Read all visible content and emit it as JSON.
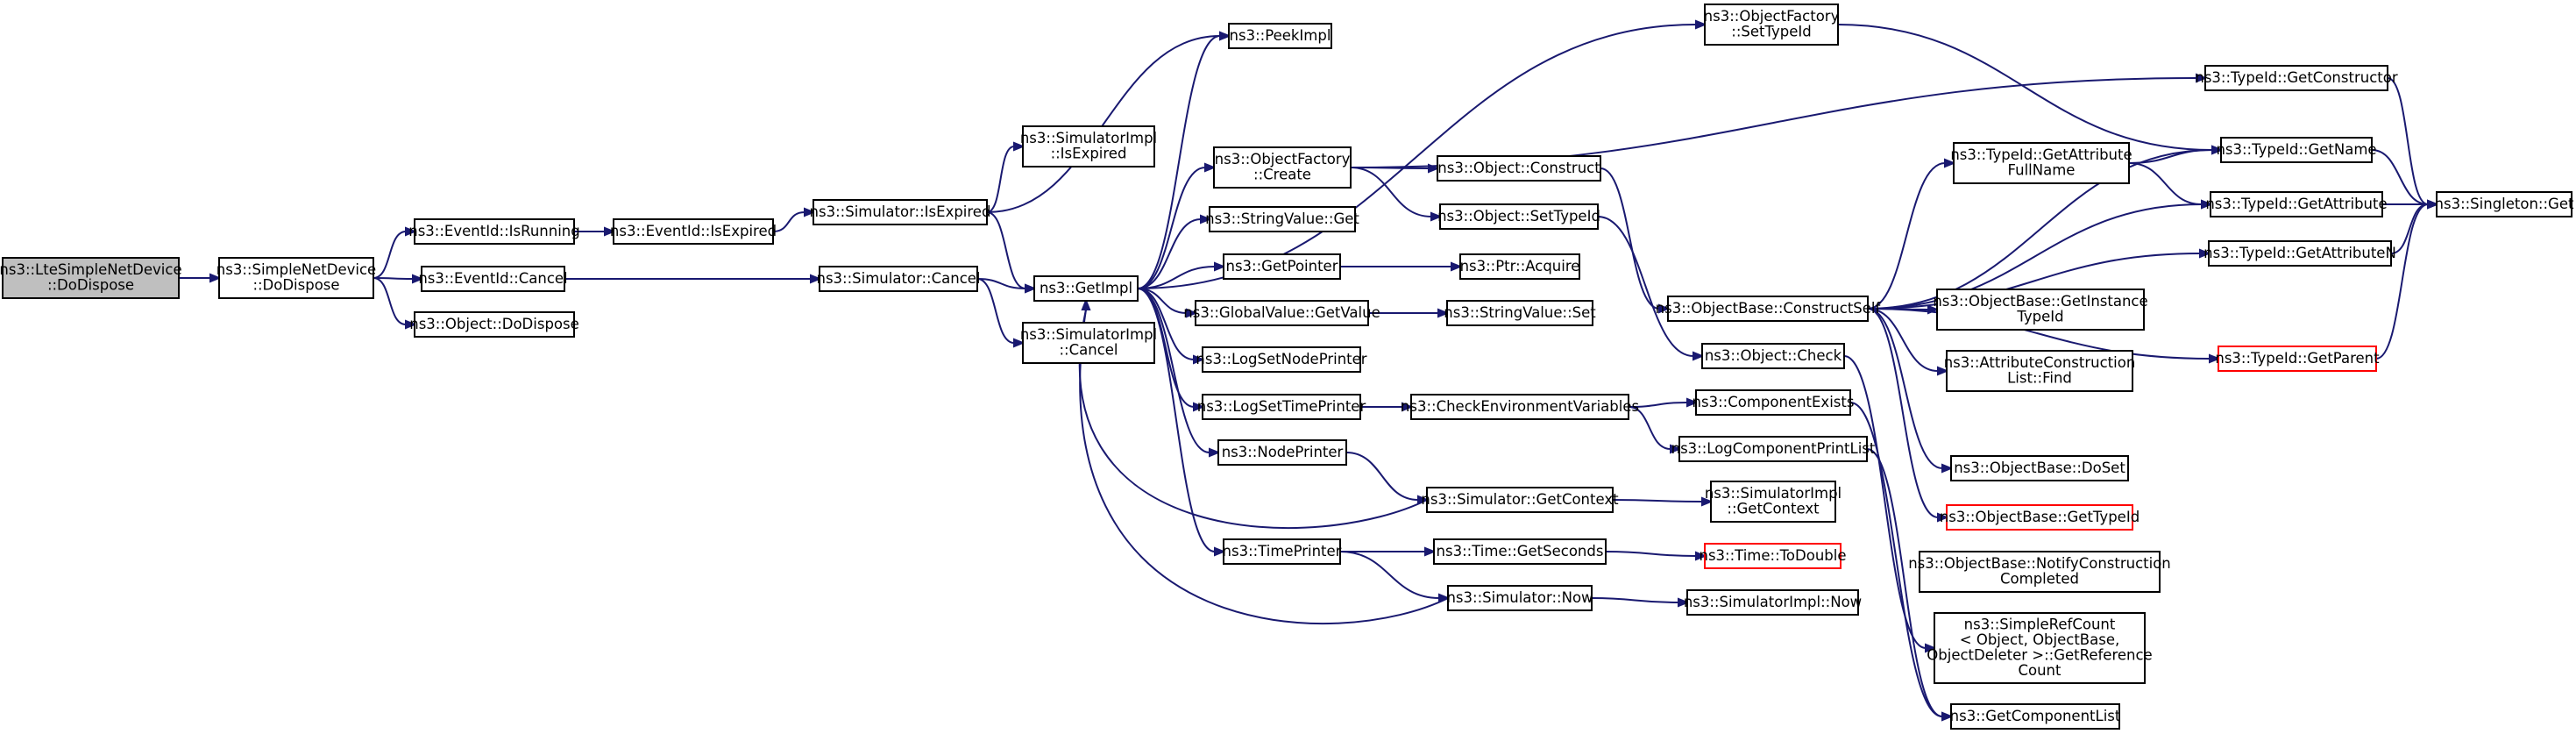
{
  "colors": {
    "edge": "#191970",
    "root_fill": "#bfbfbf",
    "truncated_border": "#ff0000"
  },
  "nodes": [
    {
      "id": "root",
      "lines": [
        "ns3::LteSimpleNetDevice",
        "::DoDispose"
      ],
      "kind": "root"
    },
    {
      "id": "snd",
      "lines": [
        "ns3::SimpleNetDevice",
        "::DoDispose"
      ]
    },
    {
      "id": "isrun",
      "lines": [
        "ns3::EventId::IsRunning"
      ]
    },
    {
      "id": "evcancel",
      "lines": [
        "ns3::EventId::Cancel"
      ]
    },
    {
      "id": "objdd",
      "lines": [
        "ns3::Object::DoDispose"
      ]
    },
    {
      "id": "isexp",
      "lines": [
        "ns3::EventId::IsExpired"
      ]
    },
    {
      "id": "simisexp",
      "lines": [
        "ns3::Simulator::IsExpired"
      ]
    },
    {
      "id": "simcancel",
      "lines": [
        "ns3::Simulator::Cancel"
      ]
    },
    {
      "id": "siimpl_exp",
      "lines": [
        "ns3::SimulatorImpl",
        "::IsExpired"
      ]
    },
    {
      "id": "siimpl_cancel",
      "lines": [
        "ns3::SimulatorImpl",
        "::Cancel"
      ]
    },
    {
      "id": "getimpl",
      "lines": [
        "ns3::GetImpl"
      ]
    },
    {
      "id": "peek",
      "lines": [
        "ns3::PeekImpl"
      ]
    },
    {
      "id": "ofcreate",
      "lines": [
        "ns3::ObjectFactory",
        "::Create"
      ]
    },
    {
      "id": "strget",
      "lines": [
        "ns3::StringValue::Get"
      ]
    },
    {
      "id": "getptr",
      "lines": [
        "ns3::GetPointer"
      ]
    },
    {
      "id": "gvget",
      "lines": [
        "ns3::GlobalValue::GetValue"
      ]
    },
    {
      "id": "lognp",
      "lines": [
        "ns3::LogSetNodePrinter"
      ]
    },
    {
      "id": "logtp",
      "lines": [
        "ns3::LogSetTimePrinter"
      ]
    },
    {
      "id": "nodep",
      "lines": [
        "ns3::NodePrinter"
      ]
    },
    {
      "id": "timep",
      "lines": [
        "ns3::TimePrinter"
      ]
    },
    {
      "id": "ofsettid",
      "lines": [
        "ns3::ObjectFactory",
        "::SetTypeId"
      ]
    },
    {
      "id": "objcons",
      "lines": [
        "ns3::Object::Construct"
      ]
    },
    {
      "id": "objsettid",
      "lines": [
        "ns3::Object::SetTypeId"
      ]
    },
    {
      "id": "ptracq",
      "lines": [
        "ns3::Ptr::Acquire"
      ]
    },
    {
      "id": "strset",
      "lines": [
        "ns3::StringValue::Set"
      ]
    },
    {
      "id": "chkenv",
      "lines": [
        "ns3::CheckEnvironmentVariables"
      ]
    },
    {
      "id": "simgetctx",
      "lines": [
        "ns3::Simulator::GetContext"
      ]
    },
    {
      "id": "tgetsec",
      "lines": [
        "ns3::Time::GetSeconds"
      ]
    },
    {
      "id": "simnow",
      "lines": [
        "ns3::Simulator::Now"
      ]
    },
    {
      "id": "obcs",
      "lines": [
        "ns3::ObjectBase::ConstructSelf"
      ]
    },
    {
      "id": "objchk",
      "lines": [
        "ns3::Object::Check"
      ]
    },
    {
      "id": "compex",
      "lines": [
        "ns3::ComponentExists"
      ]
    },
    {
      "id": "logcpl",
      "lines": [
        "ns3::LogComponentPrintList"
      ]
    },
    {
      "id": "siimpl_ctx",
      "lines": [
        "ns3::SimulatorImpl",
        "::GetContext"
      ]
    },
    {
      "id": "todouble",
      "lines": [
        "ns3::Time::ToDouble"
      ],
      "kind": "trunc"
    },
    {
      "id": "siimpl_now",
      "lines": [
        "ns3::SimulatorImpl::Now"
      ]
    },
    {
      "id": "tgafn",
      "lines": [
        "ns3::TypeId::GetAttribute",
        "FullName"
      ]
    },
    {
      "id": "obgit",
      "lines": [
        "ns3::ObjectBase::GetInstance",
        "TypeId"
      ]
    },
    {
      "id": "acfind",
      "lines": [
        "ns3::AttributeConstruction",
        "List::Find"
      ]
    },
    {
      "id": "obdoset",
      "lines": [
        "ns3::ObjectBase::DoSet"
      ]
    },
    {
      "id": "obgettid",
      "lines": [
        "ns3::ObjectBase::GetTypeId"
      ],
      "kind": "trunc"
    },
    {
      "id": "obncc",
      "lines": [
        "ns3::ObjectBase::NotifyConstruction",
        "Completed"
      ]
    },
    {
      "id": "srcgrc",
      "lines": [
        "ns3::SimpleRefCount",
        "< Object, ObjectBase,",
        "ObjectDeleter >::GetReference",
        "Count"
      ]
    },
    {
      "id": "getcl",
      "lines": [
        "ns3::GetComponentList"
      ]
    },
    {
      "id": "tgc",
      "lines": [
        "ns3::TypeId::GetConstructor"
      ]
    },
    {
      "id": "tgn",
      "lines": [
        "ns3::TypeId::GetName"
      ]
    },
    {
      "id": "tga",
      "lines": [
        "ns3::TypeId::GetAttribute"
      ]
    },
    {
      "id": "tgan",
      "lines": [
        "ns3::TypeId::GetAttributeN"
      ]
    },
    {
      "id": "tgp",
      "lines": [
        "ns3::TypeId::GetParent"
      ],
      "kind": "trunc"
    },
    {
      "id": "singget",
      "lines": [
        "ns3::Singleton::Get"
      ]
    }
  ],
  "edges": [
    [
      "root",
      "snd"
    ],
    [
      "snd",
      "isrun"
    ],
    [
      "snd",
      "evcancel"
    ],
    [
      "snd",
      "objdd"
    ],
    [
      "isrun",
      "isexp"
    ],
    [
      "isexp",
      "simisexp"
    ],
    [
      "evcancel",
      "simcancel"
    ],
    [
      "simisexp",
      "siimpl_exp"
    ],
    [
      "simisexp",
      "getimpl"
    ],
    [
      "simisexp",
      "peek"
    ],
    [
      "simcancel",
      "siimpl_cancel"
    ],
    [
      "simcancel",
      "getimpl"
    ],
    [
      "getimpl",
      "peek"
    ],
    [
      "getimpl",
      "ofcreate"
    ],
    [
      "getimpl",
      "strget"
    ],
    [
      "getimpl",
      "getptr"
    ],
    [
      "getimpl",
      "gvget"
    ],
    [
      "getimpl",
      "lognp"
    ],
    [
      "getimpl",
      "logtp"
    ],
    [
      "getimpl",
      "nodep"
    ],
    [
      "getimpl",
      "timep"
    ],
    [
      "getimpl",
      "ofsettid"
    ],
    [
      "ofcreate",
      "objcons"
    ],
    [
      "ofcreate",
      "objsettid"
    ],
    [
      "ofcreate",
      "tgc"
    ],
    [
      "getptr",
      "ptracq"
    ],
    [
      "gvget",
      "strset"
    ],
    [
      "logtp",
      "chkenv"
    ],
    [
      "nodep",
      "simgetctx"
    ],
    [
      "timep",
      "tgetsec"
    ],
    [
      "timep",
      "simnow"
    ],
    [
      "simgetctx",
      "getimpl"
    ],
    [
      "simnow",
      "getimpl"
    ],
    [
      "objcons",
      "obcs"
    ],
    [
      "objsettid",
      "objchk"
    ],
    [
      "chkenv",
      "compex"
    ],
    [
      "chkenv",
      "logcpl"
    ],
    [
      "simgetctx",
      "siimpl_ctx"
    ],
    [
      "tgetsec",
      "todouble"
    ],
    [
      "simnow",
      "siimpl_now"
    ],
    [
      "obcs",
      "tgafn"
    ],
    [
      "obcs",
      "obgit"
    ],
    [
      "obcs",
      "acfind"
    ],
    [
      "obcs",
      "obdoset"
    ],
    [
      "obcs",
      "obgettid"
    ],
    [
      "obcs",
      "tgn"
    ],
    [
      "obcs",
      "tga"
    ],
    [
      "obcs",
      "tgan"
    ],
    [
      "obcs",
      "tgp"
    ],
    [
      "objchk",
      "srcgrc"
    ],
    [
      "compex",
      "getcl"
    ],
    [
      "logcpl",
      "getcl"
    ],
    [
      "ofsettid",
      "tgn"
    ],
    [
      "tgafn",
      "tgn"
    ],
    [
      "tgafn",
      "tga"
    ],
    [
      "tgc",
      "singget"
    ],
    [
      "tgn",
      "singget"
    ],
    [
      "tga",
      "singget"
    ],
    [
      "tgan",
      "singget"
    ],
    [
      "tgp",
      "singget"
    ]
  ]
}
